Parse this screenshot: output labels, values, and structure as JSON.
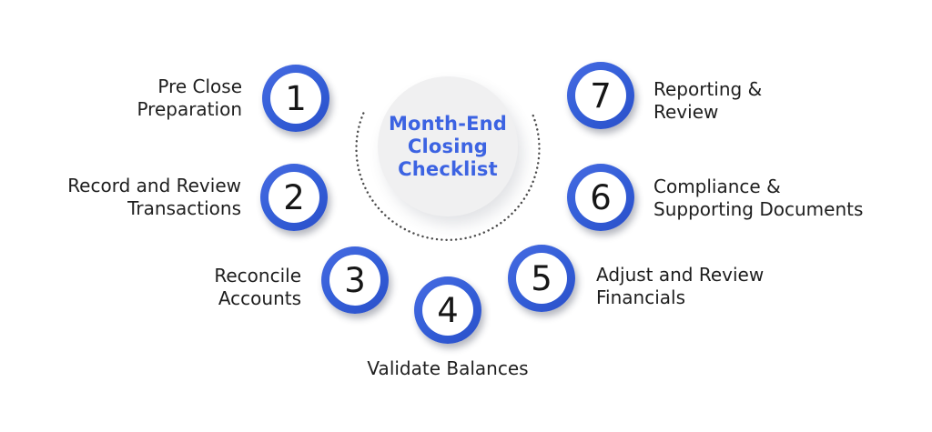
{
  "diagram": {
    "title": "Month-End\nClosing\nChecklist"
  },
  "steps": [
    {
      "number": "1",
      "label": "Pre Close\nPreparation"
    },
    {
      "number": "2",
      "label": "Record and Review\nTransactions"
    },
    {
      "number": "3",
      "label": "Reconcile\nAccounts"
    },
    {
      "number": "4",
      "label": "Validate Balances"
    },
    {
      "number": "5",
      "label": "Adjust and Review\nFinancials"
    },
    {
      "number": "6",
      "label": "Compliance &\nSupporting Documents"
    },
    {
      "number": "7",
      "label": "Reporting &\nReview"
    }
  ],
  "colors": {
    "ring-blue": "#3560d9",
    "title-blue": "#3c63e2",
    "dot-gray": "#4b4b4b",
    "center-bg": "#f0f0f1",
    "text-dark": "#1e1e1e"
  }
}
